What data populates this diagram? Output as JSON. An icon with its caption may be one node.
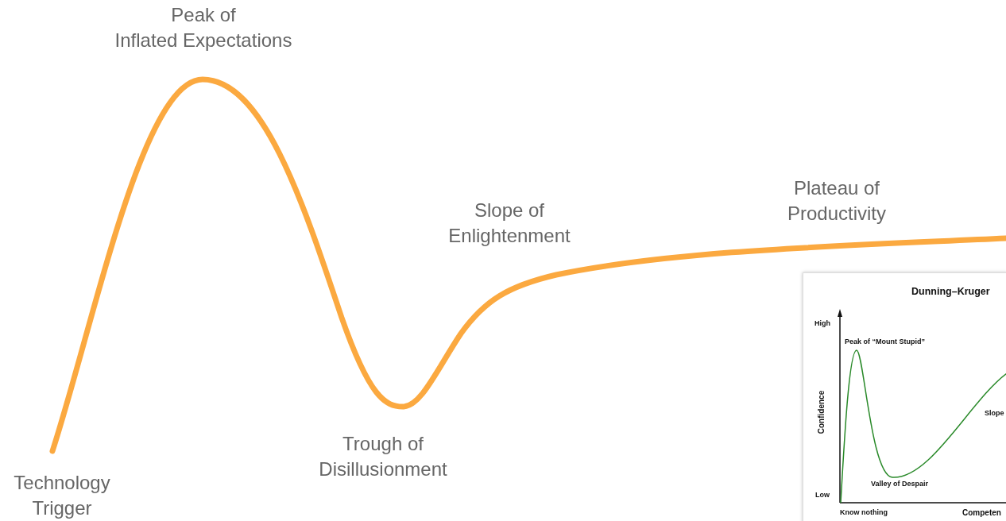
{
  "diagram": {
    "nodes": [
      {
        "text": [
          "Dunning–Kruger",
          "High",
          "Peak of “Mount Stupid”",
          "Confidence",
          "Slope",
          "Valley of Despair",
          "Low",
          "Know nothing",
          "Competen"
        ]
      }
    ],
    "labels": [
      "Peak of Inflated Expectations",
      "Plateau of Productivity",
      "Slope of Enlightenment",
      "Trough of Disillusionment",
      "Technology Trigger"
    ]
  }
}
